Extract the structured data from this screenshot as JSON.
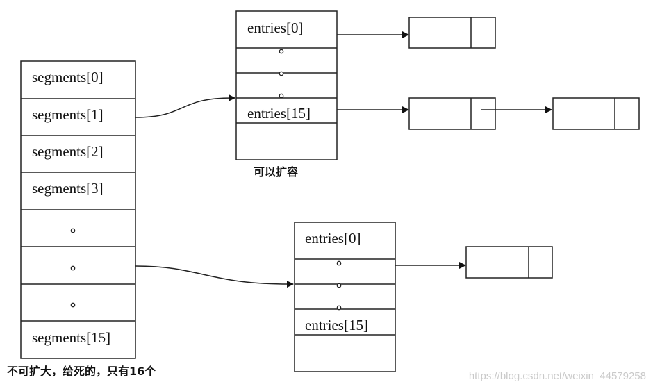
{
  "segments": {
    "labels": [
      "segments[0]",
      "segments[1]",
      "segments[2]",
      "segments[3]",
      "",
      "",
      "",
      "segments[15]"
    ],
    "caption": "不可扩大，给死的，只有16个"
  },
  "table_top": {
    "first_label": "entries[0]",
    "last_label": "entries[15]",
    "caption": "可以扩容"
  },
  "table_bottom": {
    "first_label": "entries[0]",
    "last_label": "entries[15]"
  },
  "watermark": "https://blog.csdn.net/weixin_44579258"
}
